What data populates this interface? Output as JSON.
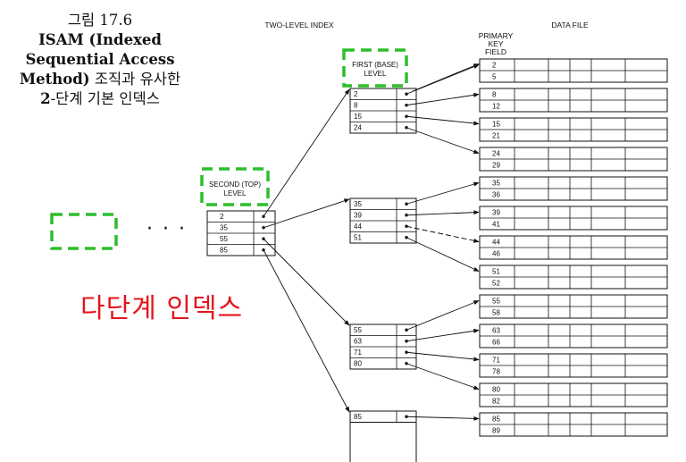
{
  "caption": {
    "figure_label": "그림 17.6",
    "title_line1": "ISAM (Indexed",
    "title_line2": "Sequential Access",
    "title_line3_bold": "Method)",
    "title_line3_rest": " 조직과 유사한",
    "title_line4_bold": "2",
    "title_line4_rest": "-단계 기본 인덱스"
  },
  "annotation": {
    "multilevel_index": "다단계 인덱스",
    "ellipsis": "· · ·"
  },
  "headers": {
    "two_level_index": "TWO-LEVEL INDEX",
    "data_file": "DATA FILE",
    "primary_key_1": "PRIMARY",
    "primary_key_2": "KEY",
    "primary_key_3": "FIELD"
  },
  "levels": {
    "first_base_1": "FIRST (BASE)",
    "first_base_2": "LEVEL",
    "second_top_1": "SECOND (TOP)",
    "second_top_2": "LEVEL"
  },
  "second_level_keys": [
    "2",
    "35",
    "55",
    "85"
  ],
  "first_level_blocks": [
    [
      "2",
      "8",
      "15",
      "24"
    ],
    [
      "35",
      "39",
      "44",
      "51"
    ],
    [
      "55",
      "63",
      "71",
      "80"
    ],
    [
      "85"
    ]
  ],
  "data_blocks": [
    [
      "2",
      "5"
    ],
    [
      "8",
      "12"
    ],
    [
      "15",
      "21"
    ],
    [
      "24",
      "29"
    ],
    [
      "35",
      "36"
    ],
    [
      "39",
      "41"
    ],
    [
      "44",
      "46"
    ],
    [
      "51",
      "52"
    ],
    [
      "55",
      "58"
    ],
    [
      "63",
      "66"
    ],
    [
      "71",
      "78"
    ],
    [
      "80",
      "82"
    ],
    [
      "85",
      "89"
    ]
  ],
  "colors": {
    "highlight_dash": "#2dbd2d",
    "annotation_red": "#e5141b",
    "line": "#111111"
  }
}
